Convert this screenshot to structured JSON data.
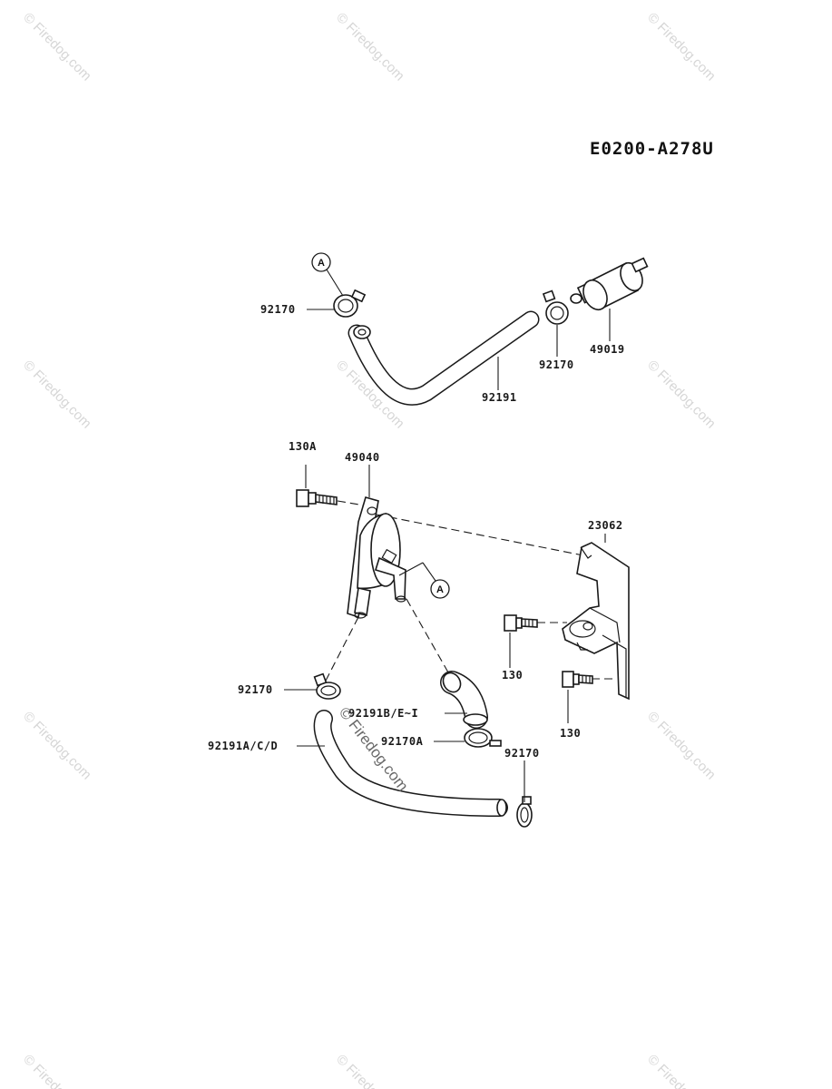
{
  "diagram": {
    "code": "E0200-A278U",
    "watermark": "© Firedog.com",
    "ref_marker": "A",
    "labels": {
      "clamp_top_left": "92170",
      "clamp_top_right": "92170",
      "filter": "49019",
      "hose_top": "92191",
      "bolt_130a": "130A",
      "pump": "49040",
      "bracket": "23062",
      "bolt_130_a": "130",
      "bolt_130_b": "130",
      "clamp_lower_left": "92170",
      "elbow_hose": "92191B/E~I",
      "clamp_a": "92170A",
      "clamp_lower_right": "92170",
      "hose_lower": "92191A/C/D"
    }
  }
}
